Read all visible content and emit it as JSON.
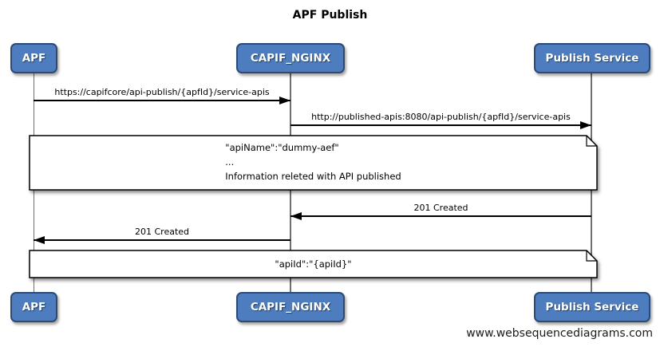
{
  "title": "APF Publish",
  "actors": [
    {
      "label": "APF"
    },
    {
      "label": "CAPIF_NGINX"
    },
    {
      "label": "Publish Service"
    }
  ],
  "messages": [
    {
      "from": "APF",
      "to": "CAPIF_NGINX",
      "direction": "right",
      "label": "https://capifcore/api-publish/{apfId}/service-apis"
    },
    {
      "from": "CAPIF_NGINX",
      "to": "Publish Service",
      "direction": "right",
      "label": "http://published-apis:8080/api-publish/{apfId}/service-apis"
    },
    {
      "from": "Publish Service",
      "to": "CAPIF_NGINX",
      "direction": "left",
      "label": "201 Created"
    },
    {
      "from": "CAPIF_NGINX",
      "to": "APF",
      "direction": "left",
      "label": "201 Created"
    }
  ],
  "notes": [
    {
      "align": "left",
      "lines": [
        "\"apiName\":\"dummy-aef\"",
        "...",
        "Information releted with API published"
      ]
    },
    {
      "align": "center",
      "lines": [
        "\"apiId\":\"{apiId}\""
      ]
    }
  ],
  "watermark": "www.websequencediagrams.com",
  "colors": {
    "actor_fill": "#4d7dbe",
    "actor_border": "#2d4a75",
    "actor_text": "#ffffff",
    "lifeline": "#707070",
    "arrow": "#000000",
    "note_bg": "#ffffff",
    "note_border": "#000000",
    "background": "#ffffff"
  }
}
